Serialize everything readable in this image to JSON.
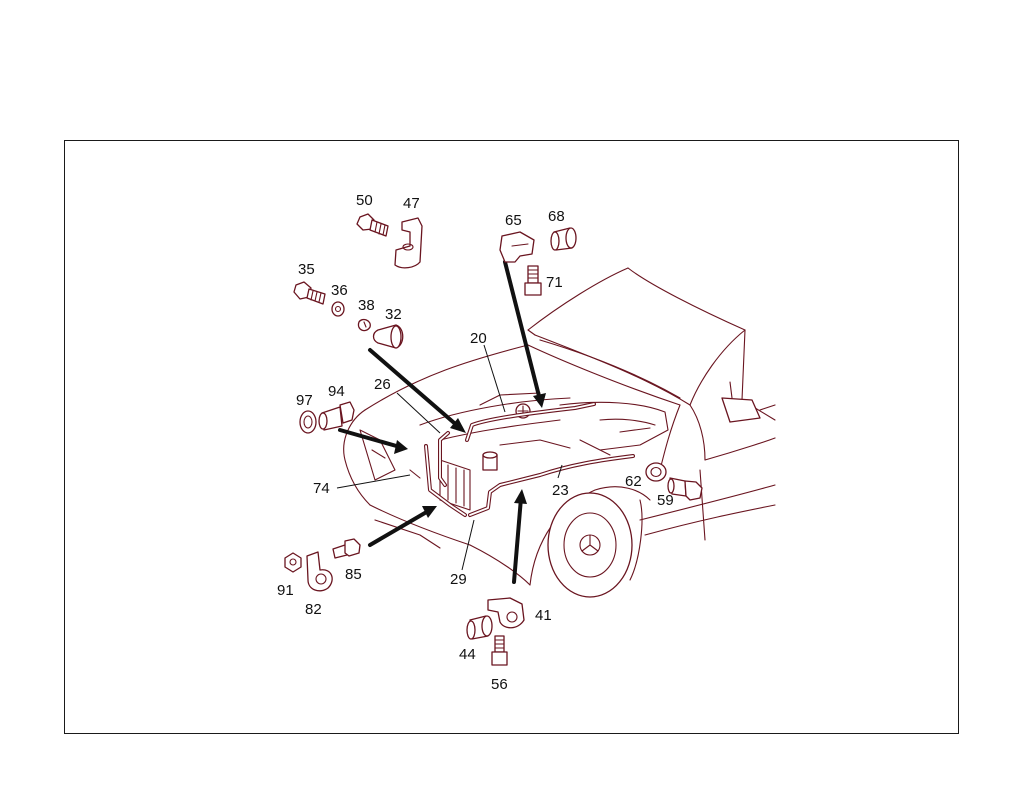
{
  "diagram": {
    "parts": {
      "p20": "20",
      "p23": "23",
      "p26": "26",
      "p29": "29",
      "p32": "32",
      "p35": "35",
      "p36": "36",
      "p38": "38",
      "p41": "41",
      "p44": "44",
      "p47": "47",
      "p50": "50",
      "p56": "56",
      "p59": "59",
      "p62": "62",
      "p65": "65",
      "p68": "68",
      "p71": "71",
      "p74": "74",
      "p82": "82",
      "p85": "85",
      "p91": "91",
      "p94": "94",
      "p97": "97"
    },
    "colors": {
      "line_art": "#6a1520",
      "labels": "#111111",
      "frame": "#1a1a1a"
    }
  }
}
